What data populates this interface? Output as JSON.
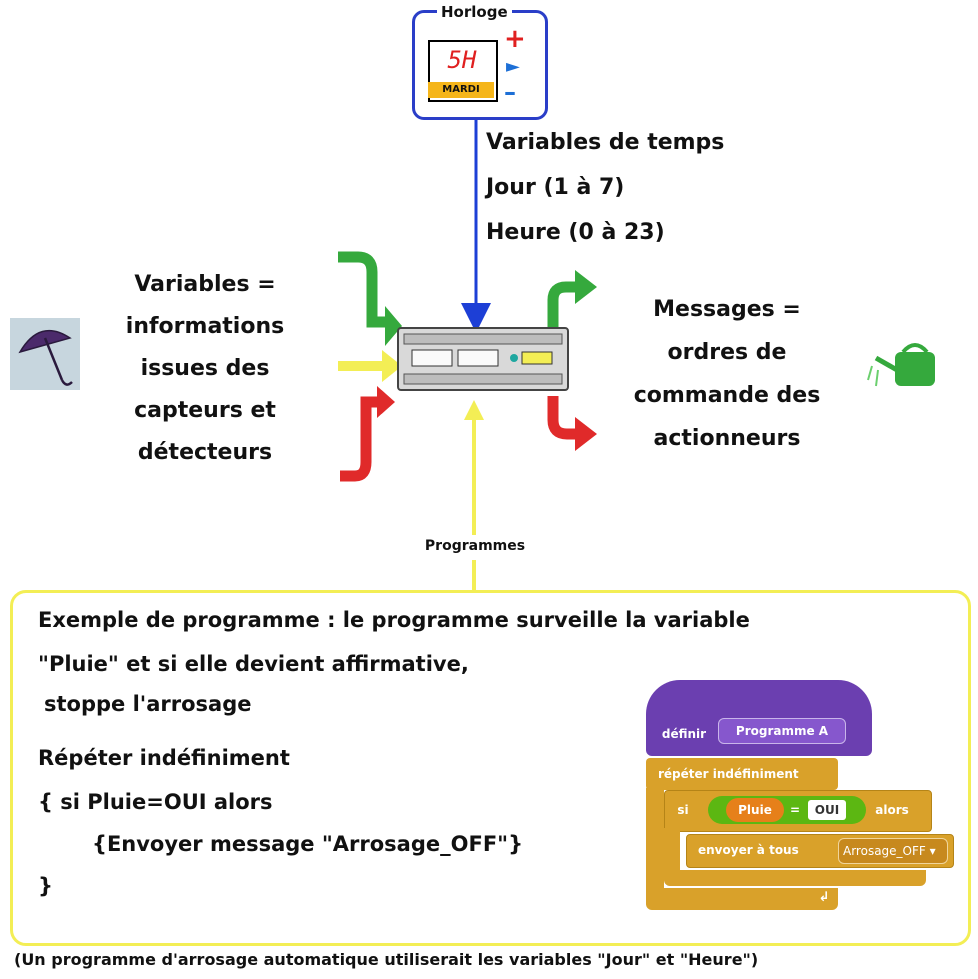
{
  "clock": {
    "title": "Horloge",
    "display": "5H",
    "day": "MARDI",
    "plus": "+",
    "minus": "–",
    "play": "►"
  },
  "time_vars": {
    "title": "Variables de temps",
    "day": "Jour (1 à 7)",
    "hour": "Heure (0 à 23)"
  },
  "inputs": {
    "lines": [
      "Variables =",
      "informations",
      "issues des",
      "capteurs et",
      "détecteurs"
    ]
  },
  "outputs": {
    "lines": [
      "Messages =",
      "ordres de",
      "commande des",
      "actionneurs"
    ]
  },
  "programmes_label": "Programmes",
  "example": {
    "line1": "Exemple de programme : le programme surveille la variable",
    "line2": "\"Pluie\" et si elle devient affirmative,",
    "line3": "stoppe l'arrosage",
    "code1": "Répéter indéfiniment",
    "code2": "{ si Pluie=OUI alors",
    "code3": "{Envoyer message \"Arrosage_OFF\"}",
    "code4": "}"
  },
  "scratch": {
    "define": "définir",
    "name": "Programme A",
    "repeat": "répéter indéfiniment",
    "if": "si",
    "variable": "Pluie",
    "equals": "=",
    "value": "OUI",
    "then": "alors",
    "broadcast": "envoyer à tous",
    "message": "Arrosage_OFF"
  },
  "footer": "(Un programme d'arrosage automatique utiliserait les variables \"Jour\" et \"Heure\")",
  "colors": {
    "clock_border": "#2a3ec8",
    "blue_arrow": "#1d3fd6",
    "green_arrow": "#35a93d",
    "yellow_arrow": "#f3ee55",
    "red_arrow": "#e02a2a",
    "scratch_define": "#6b3fb0",
    "scratch_control": "#d9a12a",
    "scratch_operator": "#5cb712",
    "scratch_sensing": "#e6801a"
  }
}
